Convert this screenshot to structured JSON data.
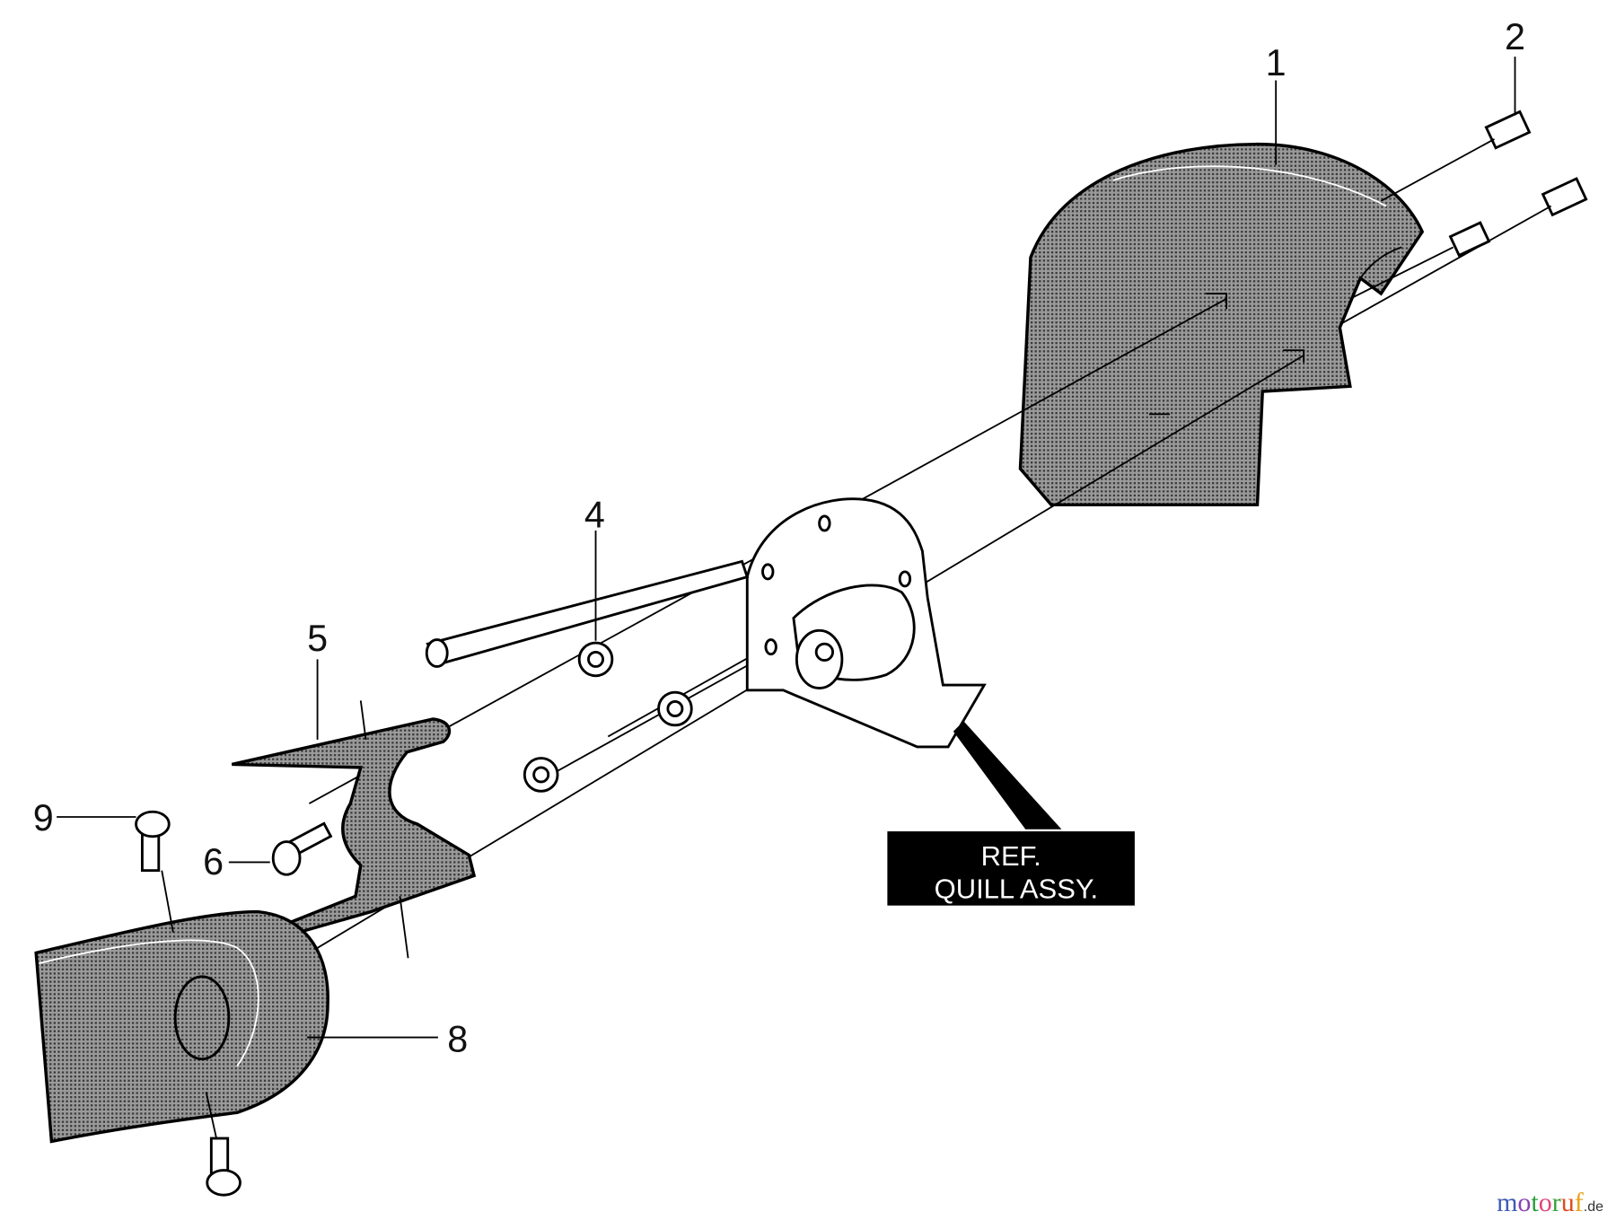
{
  "callouts": {
    "p1": "1",
    "p2": "2",
    "p4": "4",
    "p5": "5",
    "p6": "6",
    "p8": "8",
    "p9": "9"
  },
  "reference_box": {
    "line1": "REF.",
    "line2": "QUILL ASSY."
  },
  "watermark": {
    "text": "motoruf",
    "suffix": ".de",
    "colors": [
      "#3b5bb5",
      "#8a3fb0",
      "#2a9d3a",
      "#e0447a",
      "#3aa03a",
      "#e04a1f",
      "#e8a21a",
      "#d8b21a"
    ]
  }
}
